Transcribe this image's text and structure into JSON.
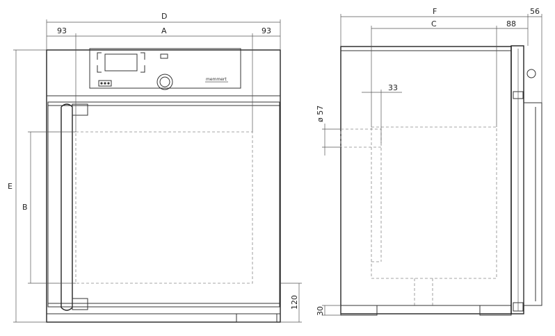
{
  "front_view": {
    "dim_total_width": "D",
    "dim_inner_width": "A",
    "dim_left_margin": "93",
    "dim_right_margin": "93",
    "dim_total_height": "E",
    "dim_chamber_height": "B",
    "dim_bottom_height": "120"
  },
  "side_view": {
    "dim_total_depth": "F",
    "dim_inner_depth": "C",
    "dim_door_depth": "88",
    "dim_handle_depth": "56",
    "dim_port_offset": "33",
    "dim_port_diameter": "ø 57",
    "dim_feet_height": "30"
  },
  "nameplate": {
    "brand_logo_text": "memmert"
  }
}
